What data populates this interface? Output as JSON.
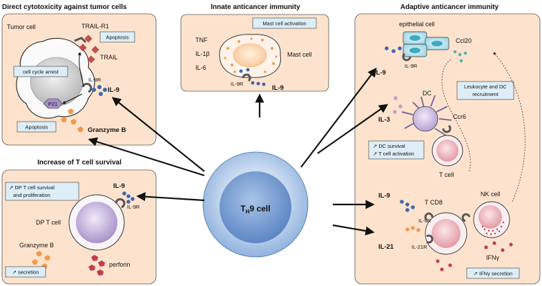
{
  "panels": {
    "cytotoxicity": {
      "title": "Direct cytotoxicity against tumor cells",
      "tumor_cell": "Tumor cell",
      "trail_r1": "TRAIL-R1",
      "trail": "TRAIL",
      "apoptosis_top": "Apoptosis",
      "cell_cycle_arrest": "cell cycle arrest",
      "p21": "P21",
      "il9r": "IL-9R",
      "il9": "IL-9",
      "apoptosis_bottom": "Apoptosis",
      "granzyme_b": "Granzyme B"
    },
    "innate": {
      "title": "Innate anticancer immunity",
      "mast_activation": "Mast cell activation",
      "tnf": "TNF",
      "il1b": "IL-1β",
      "il6": "IL-6",
      "mast_cell": "Mast cell",
      "il9r": "IL-9R",
      "il9": "IL-9"
    },
    "survival": {
      "title": "Increase of T cell survival",
      "dp_line1": "↗ DP T cell survival",
      "dp_line2": "and proliferation",
      "il9": "IL-9",
      "il9r": "IL-9R",
      "dp_t_cell": "DP T cell",
      "granzyme_b": "Granzyme B",
      "perforin": "perforin",
      "secretion": "↗ secretion"
    },
    "adaptive": {
      "title": "Adaptive anticancer immunity",
      "epithelial_cell": "epithelial cell",
      "ccl20": "Ccl20",
      "il9r": "IL-9R",
      "il9": "IL-9",
      "recruit_line1": "Leukocyte and DC",
      "recruit_line2": "recruitment",
      "dc": "DC",
      "il3": "IL-3",
      "ccr6": "Ccr6",
      "dc_survival": "↗ DC survival",
      "t_activation": "↗ T cell activation",
      "t_cell": "T cell",
      "il9_b": "IL-9",
      "tcd8": "T CD8",
      "nk_cell": "NK cell",
      "il9r_b": "IL-9R",
      "il21": "IL-21",
      "il21r": "IL-21R",
      "ifng": "IFNγ",
      "ifng_secretion": "↗ IFNγ secretion"
    }
  },
  "center": {
    "th9_main": "T",
    "th9_sub": "H",
    "th9_rest": "9 cell"
  },
  "colors": {
    "panel_fill": "#fde3cd",
    "label_box": "#ddeef8",
    "il9_dot": "#3d66b0",
    "trail_red": "#c0504d",
    "granzyme_orange": "#f39a4a",
    "perforin_red": "#c0404a",
    "il3_lilac": "#b7a2cf",
    "ccl20_teal": "#4fb0b8",
    "th9_blue": "#8fb2dd"
  }
}
